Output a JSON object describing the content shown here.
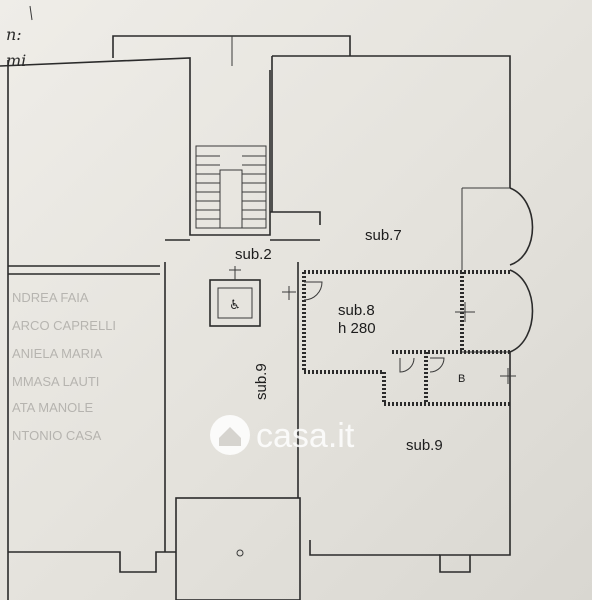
{
  "plan": {
    "labels": {
      "sub2": "sub.2",
      "sub7": "sub.7",
      "sub8": "sub.8",
      "height": "h 280",
      "sub9_vertical": "sub.9",
      "sub9": "sub.9",
      "storage": "B"
    },
    "handwriting": [
      "n:",
      "mi"
    ],
    "watermark": "casa.it",
    "background_names": [
      "NDREA FAIA",
      "ARCO CAPRELLI",
      "ANIELA MARIA",
      "MMASA LAUTI",
      "ATA MANOLE",
      "NTONIO CASA"
    ]
  },
  "colors": {
    "ink": "#2b2b2b",
    "paper": "#e9e7e2",
    "watermark": "#ffffff"
  }
}
